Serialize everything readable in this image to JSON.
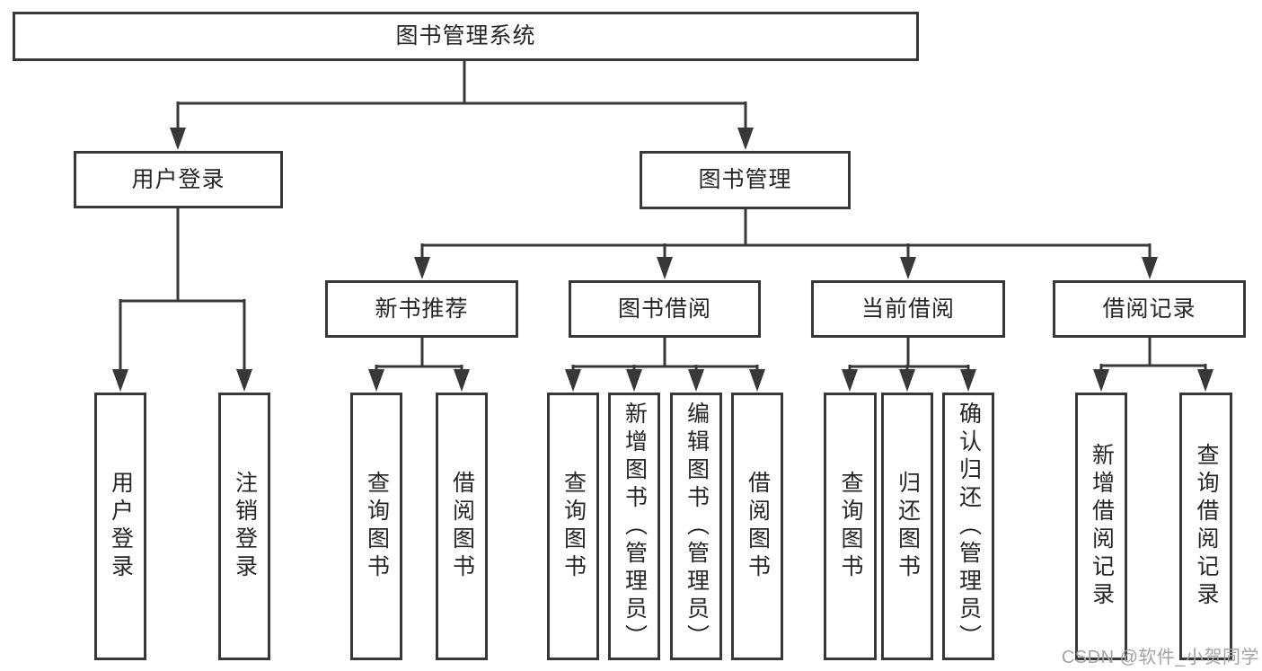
{
  "palette": {
    "background": "#ffffff",
    "line": "#383838",
    "text": "#262626",
    "watermark": "#a3a3a3"
  },
  "nodes": {
    "root": {
      "label": "图书管理系统"
    },
    "user_login": {
      "label": "用户登录"
    },
    "book_mgmt": {
      "label": "图书管理"
    },
    "new_book_rec": {
      "label": "新书推荐"
    },
    "book_borrow": {
      "label": "图书借阅"
    },
    "current_borrow": {
      "label": "当前借阅"
    },
    "borrow_record": {
      "label": "借阅记录"
    },
    "sub_user_login": {
      "label": "用户登录"
    },
    "sub_logout": {
      "label": "注销登录"
    },
    "sub_query_book_rec": {
      "label": "查询图书"
    },
    "sub_borrow_book_rec": {
      "label": "借阅图书"
    },
    "sub_query_book_borrow": {
      "label": "查询图书"
    },
    "sub_add_book": {
      "label": "新增图书（管理员）"
    },
    "sub_edit_book": {
      "label": "编辑图书（管理员）"
    },
    "sub_borrow_book": {
      "label": "借阅图书"
    },
    "sub_query_book_current": {
      "label": "查询图书"
    },
    "sub_return_book": {
      "label": "归还图书"
    },
    "sub_confirm_return": {
      "label": "确认归还（管理员）"
    },
    "sub_add_record": {
      "label": "新增借阅记录"
    },
    "sub_query_record": {
      "label": "查询借阅记录"
    }
  },
  "edges": [
    {
      "from": "root",
      "to": "user_login"
    },
    {
      "from": "root",
      "to": "book_mgmt"
    },
    {
      "from": "user_login",
      "to": "sub_user_login"
    },
    {
      "from": "user_login",
      "to": "sub_logout"
    },
    {
      "from": "book_mgmt",
      "to": "new_book_rec"
    },
    {
      "from": "book_mgmt",
      "to": "book_borrow"
    },
    {
      "from": "book_mgmt",
      "to": "current_borrow"
    },
    {
      "from": "book_mgmt",
      "to": "borrow_record"
    },
    {
      "from": "new_book_rec",
      "to": "sub_query_book_rec"
    },
    {
      "from": "new_book_rec",
      "to": "sub_borrow_book_rec"
    },
    {
      "from": "book_borrow",
      "to": "sub_query_book_borrow"
    },
    {
      "from": "book_borrow",
      "to": "sub_add_book"
    },
    {
      "from": "book_borrow",
      "to": "sub_edit_book"
    },
    {
      "from": "book_borrow",
      "to": "sub_borrow_book"
    },
    {
      "from": "current_borrow",
      "to": "sub_query_book_current"
    },
    {
      "from": "current_borrow",
      "to": "sub_return_book"
    },
    {
      "from": "current_borrow",
      "to": "sub_confirm_return"
    },
    {
      "from": "borrow_record",
      "to": "sub_add_record"
    },
    {
      "from": "borrow_record",
      "to": "sub_query_record"
    }
  ],
  "watermark": {
    "text": "CSDN @软件_小贺同学"
  }
}
